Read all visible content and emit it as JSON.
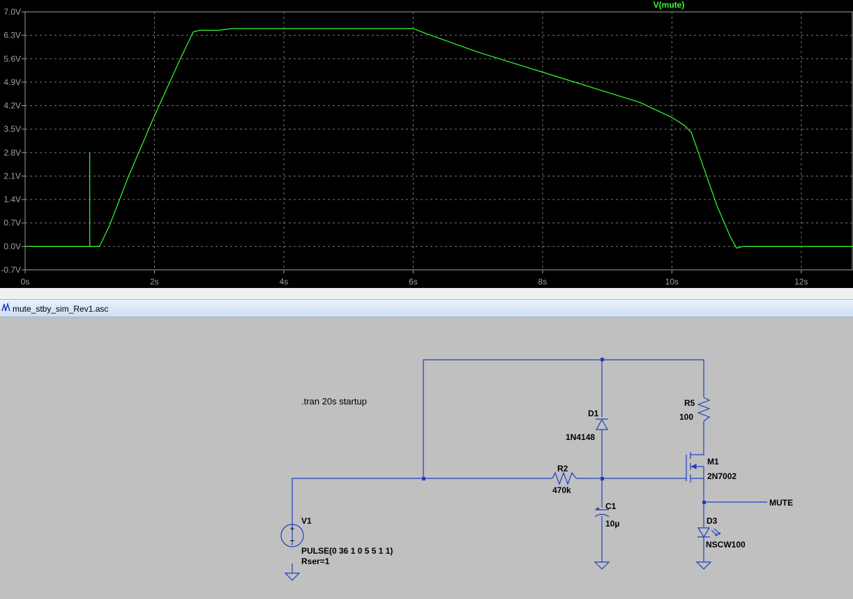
{
  "waveform": {
    "trace_name": "V(mute)",
    "trace_color": "#33ff33",
    "background": "#000000",
    "grid_color": "#7a7a7a",
    "axis_label_color": "#a0a0a0"
  },
  "chart_data": {
    "type": "line",
    "title": "",
    "xlabel": "",
    "ylabel": "",
    "xlim": [
      0,
      12.8
    ],
    "ylim": [
      -0.7,
      7.0
    ],
    "x_ticks": [
      {
        "v": 0,
        "label": "0s"
      },
      {
        "v": 2,
        "label": "2s"
      },
      {
        "v": 4,
        "label": "4s"
      },
      {
        "v": 6,
        "label": "6s"
      },
      {
        "v": 8,
        "label": "8s"
      },
      {
        "v": 10,
        "label": "10s"
      },
      {
        "v": 12,
        "label": "12s"
      }
    ],
    "y_ticks": [
      {
        "v": 7.0,
        "label": "7.0V"
      },
      {
        "v": 6.3,
        "label": "6.3V"
      },
      {
        "v": 5.6,
        "label": "5.6V"
      },
      {
        "v": 4.9,
        "label": "4.9V"
      },
      {
        "v": 4.2,
        "label": "4.2V"
      },
      {
        "v": 3.5,
        "label": "3.5V"
      },
      {
        "v": 2.8,
        "label": "2.8V"
      },
      {
        "v": 2.1,
        "label": "2.1V"
      },
      {
        "v": 1.4,
        "label": "1.4V"
      },
      {
        "v": 0.7,
        "label": "0.7V"
      },
      {
        "v": 0.0,
        "label": "0.0V"
      },
      {
        "v": -0.7,
        "label": "-0.7V"
      }
    ],
    "grid": true,
    "series": [
      {
        "name": "V(mute)",
        "x": [
          0,
          1.0,
          1.0,
          1.0,
          1.05,
          1.15,
          1.3,
          1.6,
          2.0,
          2.4,
          2.6,
          2.7,
          3.0,
          3.2,
          4.0,
          5.0,
          6.0,
          6.2,
          7.0,
          8.0,
          9.0,
          9.5,
          10.0,
          10.2,
          10.3,
          10.5,
          10.7,
          10.9,
          11.0,
          11.1,
          12.0,
          12.8
        ],
        "y": [
          0.0,
          0.0,
          2.8,
          0.0,
          0.0,
          0.0,
          0.6,
          2.1,
          3.9,
          5.6,
          6.4,
          6.45,
          6.45,
          6.5,
          6.5,
          6.5,
          6.5,
          6.35,
          5.8,
          5.2,
          4.6,
          4.3,
          3.85,
          3.6,
          3.4,
          2.3,
          1.2,
          0.3,
          -0.05,
          0.0,
          0.0,
          0.0
        ]
      }
    ]
  },
  "window": {
    "title": "mute_stby_sim_Rev1.asc"
  },
  "schematic": {
    "wire_color": "#1f3fbf",
    "text_color": "#000000",
    "tran_directive": ".tran 20s startup",
    "v1": {
      "name": "V1",
      "value": "PULSE(0 36 1 0 5 5 1 1)",
      "rser": "Rser=1"
    },
    "r2": {
      "name": "R2",
      "value": "470k"
    },
    "d1": {
      "name": "D1",
      "value": "1N4148"
    },
    "c1": {
      "name": "C1",
      "value": "10µ"
    },
    "r5": {
      "name": "R5",
      "value": "100"
    },
    "m1": {
      "name": "M1",
      "value": "2N7002"
    },
    "d3": {
      "name": "D3",
      "value": "NSCW100"
    },
    "net_label": "MUTE",
    "plus_sign": "+",
    "minus_sign": "−",
    "cap_plus": "+"
  }
}
